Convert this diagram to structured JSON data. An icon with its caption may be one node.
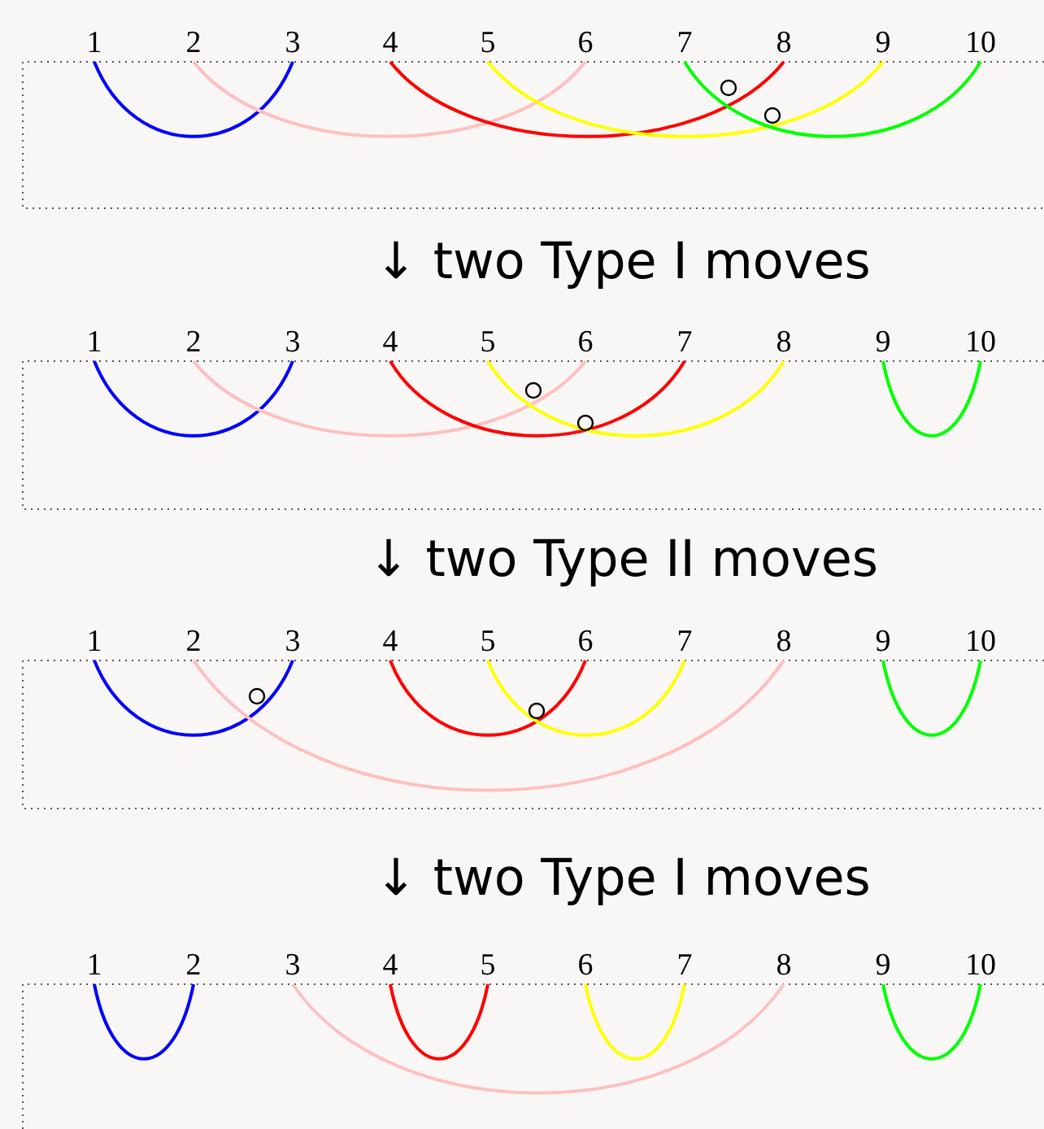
{
  "diagram": {
    "nodes": [
      {
        "text": [
          "1"
        ]
      },
      {
        "text": [
          "2"
        ]
      },
      {
        "text": [
          "3"
        ]
      },
      {
        "text": [
          "4"
        ]
      },
      {
        "text": [
          "5"
        ]
      },
      {
        "text": [
          "6"
        ]
      },
      {
        "text": [
          "7"
        ]
      },
      {
        "text": [
          "8"
        ]
      },
      {
        "text": [
          "9"
        ]
      },
      {
        "text": [
          "10"
        ]
      },
      {
        "text": [
          "1"
        ]
      },
      {
        "text": [
          "2"
        ]
      },
      {
        "text": [
          "3"
        ]
      },
      {
        "text": [
          "4"
        ]
      },
      {
        "text": [
          "5"
        ]
      },
      {
        "text": [
          "6"
        ]
      },
      {
        "text": [
          "7"
        ]
      },
      {
        "text": [
          "8"
        ]
      },
      {
        "text": [
          "9"
        ]
      },
      {
        "text": [
          "10"
        ]
      },
      {
        "text": [
          "1"
        ]
      },
      {
        "text": [
          "2"
        ]
      },
      {
        "text": [
          "3"
        ]
      },
      {
        "text": [
          "4"
        ]
      },
      {
        "text": [
          "5"
        ]
      },
      {
        "text": [
          "6"
        ]
      },
      {
        "text": [
          "7"
        ]
      },
      {
        "text": [
          "8"
        ]
      },
      {
        "text": [
          "9"
        ]
      },
      {
        "text": [
          "10"
        ]
      },
      {
        "text": [
          "1"
        ]
      },
      {
        "text": [
          "2"
        ]
      },
      {
        "text": [
          "3"
        ]
      },
      {
        "text": [
          "4"
        ]
      },
      {
        "text": [
          "5"
        ]
      },
      {
        "text": [
          "6"
        ]
      },
      {
        "text": [
          "7"
        ]
      },
      {
        "text": [
          "8"
        ]
      },
      {
        "text": [
          "9"
        ]
      },
      {
        "text": [
          "10"
        ]
      }
    ],
    "edges": [
      {
        "from": 0,
        "to": 2,
        "arrow": "none",
        "color": "#0000ff"
      },
      {
        "from": 1,
        "to": 5,
        "arrow": "none",
        "color": "#ffbfbf"
      },
      {
        "from": 3,
        "to": 7,
        "arrow": "none",
        "color": "#ff0000"
      },
      {
        "from": 4,
        "to": 8,
        "arrow": "none",
        "color": "#ffff00"
      },
      {
        "from": 6,
        "to": 9,
        "arrow": "none",
        "color": "#00ff00"
      },
      {
        "from": 10,
        "to": 12,
        "arrow": "none",
        "color": "#0000ff"
      },
      {
        "from": 11,
        "to": 15,
        "arrow": "none",
        "color": "#ffbfbf"
      },
      {
        "from": 13,
        "to": 16,
        "arrow": "none",
        "color": "#ff0000"
      },
      {
        "from": 14,
        "to": 17,
        "arrow": "none",
        "color": "#ffff00"
      },
      {
        "from": 18,
        "to": 19,
        "arrow": "none",
        "color": "#00ff00"
      },
      {
        "from": 20,
        "to": 22,
        "arrow": "none",
        "color": "#0000ff"
      },
      {
        "from": 21,
        "to": 27,
        "arrow": "none",
        "color": "#ffbfbf"
      },
      {
        "from": 23,
        "to": 25,
        "arrow": "none",
        "color": "#ff0000"
      },
      {
        "from": 24,
        "to": 26,
        "arrow": "none",
        "color": "#ffff00"
      },
      {
        "from": 28,
        "to": 29,
        "arrow": "none",
        "color": "#00ff00"
      },
      {
        "from": 30,
        "to": 31,
        "arrow": "none",
        "color": "#0000ff"
      },
      {
        "from": 32,
        "to": 37,
        "arrow": "none",
        "color": "#ffbfbf"
      },
      {
        "from": 33,
        "to": 34,
        "arrow": "none",
        "color": "#ff0000"
      },
      {
        "from": 35,
        "to": 36,
        "arrow": "none",
        "color": "#ffff00"
      },
      {
        "from": 38,
        "to": 39,
        "arrow": "none",
        "color": "#00ff00"
      }
    ],
    "labels": [
      "↓ two Type I moves",
      "↓ two Type II moves",
      "↓ two Type I moves"
    ]
  }
}
